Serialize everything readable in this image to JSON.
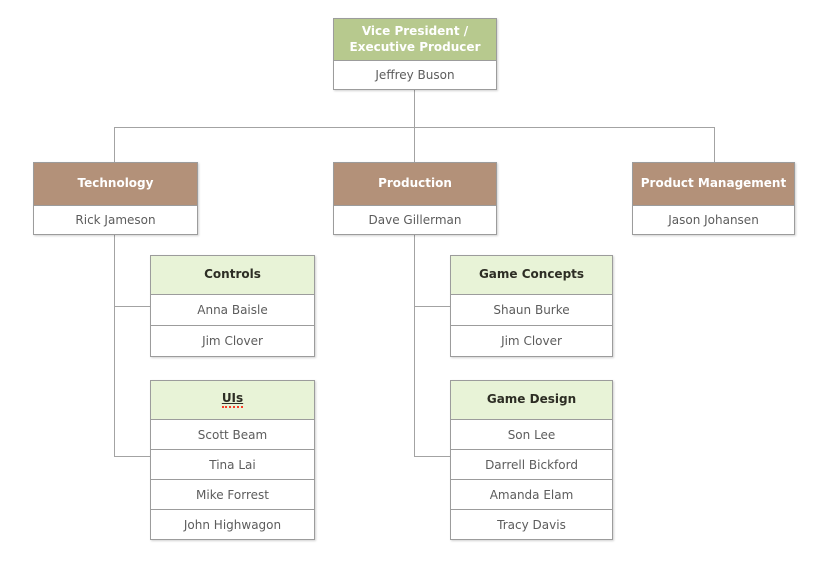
{
  "page": {
    "background": "#ffffff"
  },
  "colors": {
    "root_header": "#b7c98e",
    "dept_header": "#b39179",
    "team_header": "#e8f3d7",
    "header_text": "#ffffff",
    "team_header_text": "#2d2d24",
    "member_text": "#5c5c5c",
    "border": "#9c9c9c",
    "connector": "#a3a3a3",
    "spellcheck": "#fa3c28"
  },
  "nodes": {
    "vp": {
      "title_line1": "Vice President /",
      "title_line2": "Executive Producer",
      "person": "Jeffrey Buson"
    },
    "technology": {
      "title": "Technology",
      "person": "Rick Jameson"
    },
    "production": {
      "title": "Production",
      "person": "Dave Gillerman"
    },
    "product_management": {
      "title": "Product Management",
      "person": "Jason Johansen"
    },
    "controls": {
      "title": "Controls",
      "members": [
        "Anna Baisle",
        "Jim Clover"
      ]
    },
    "uis": {
      "title": "UIs",
      "members": [
        "Scott Beam",
        "Tina Lai",
        "Mike Forrest",
        "John Highwagon"
      ]
    },
    "game_concepts": {
      "title": "Game Concepts",
      "members": [
        "Shaun Burke",
        "Jim Clover"
      ]
    },
    "game_design": {
      "title": "Game Design",
      "members": [
        "Son Lee",
        "Darrell Bickford",
        "Amanda Elam",
        "Tracy Davis"
      ]
    }
  },
  "hierarchy": {
    "vp": [
      "technology",
      "production",
      "product_management"
    ],
    "technology": [
      "controls",
      "uis"
    ],
    "production": [
      "game_concepts",
      "game_design"
    ]
  }
}
